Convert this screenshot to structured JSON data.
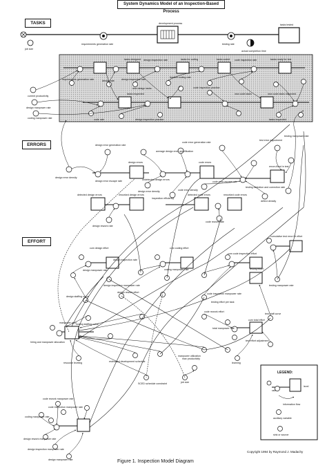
{
  "title": "System Dynamics Model of an Inspection-Based Process",
  "sections": {
    "tasks": "TASKS",
    "errors": "ERRORS",
    "effort": "EFFORT"
  },
  "legend": {
    "title": "LEGEND:",
    "items": [
      "level",
      "information flow",
      "auxiliary variable",
      "rate",
      "sink or source"
    ]
  },
  "labels": {
    "tasks": [
      "development process",
      "tasks tested",
      "job size",
      "requirements generation rate",
      "testing rate",
      "actual completion time",
      "requirements generation rate",
      "tasks designed",
      "design inspection rate",
      "tasks for coding",
      "tasks coded",
      "fraction coding rate",
      "code inspection rate",
      "tasks ready for test",
      "design rate",
      "current productivity",
      "design manpower rate",
      "coding manpower rate",
      "design inspection rate",
      "tasks inspected",
      "new design tasks",
      "code inspection practice",
      "code rate",
      "design inspection practice",
      "new code tasks",
      "new code tasks inspected",
      "tasks inspected"
    ],
    "errors": [
      "design error generation rate",
      "design error density",
      "code error generation rate",
      "average design error amplification",
      "design errors",
      "design error escape rate",
      "code errors",
      "code error escape rate",
      "errors fixed in test",
      "undetected design errors",
      "design error density",
      "inspection efficiency",
      "code error density",
      "detected design errors",
      "reworked design errors",
      "detected code errors",
      "reworked code errors",
      "design rework rate",
      "code rework rate",
      "testing detection and correction rate",
      "defect density",
      "test error adjustment",
      "testing manpower rate"
    ],
    "effort": [
      "cum design effort",
      "cum coding effort",
      "design inspection rate",
      "cum code inspection effort",
      "coding manpower rate",
      "cumulative test error fix effort",
      "design manpower rate",
      "testing effort",
      "design inspection manpower rate",
      "testing manpower rate",
      "design rework effort",
      "design staffing curve",
      "code inspection manpower rate",
      "testing effort per task",
      "coding staffing curve",
      "code rework effort",
      "test staff curve",
      "cum total effort",
      "manpower pool",
      "hiring and manpower allocation",
      "test effort adjustment",
      "total manpower rate",
      "estimated development schedule",
      "manpower utilization",
      "SCED schedule constraint",
      "resource leveling",
      "max productivity",
      "job size",
      "learning",
      "code rework manpower rate",
      "code inspection manpower rate",
      "coding manpower rate",
      "design rework manpower rate",
      "design inspection manpower rate",
      "design manpower rate"
    ]
  },
  "copyright": "Copyright 1994 by Raymond J. Madachy",
  "caption": "Figure 1. Inspection Model Diagram"
}
